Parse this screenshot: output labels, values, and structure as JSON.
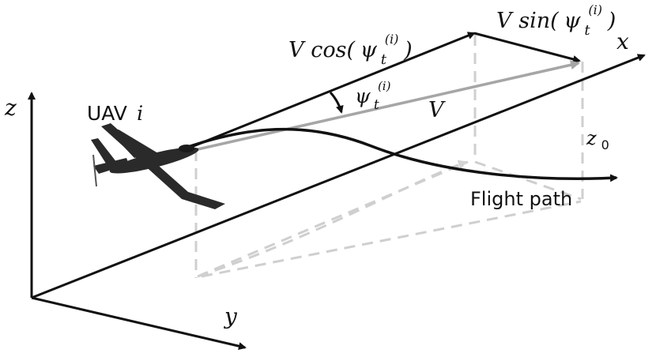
{
  "diagram": {
    "axes": {
      "x": "x",
      "y": "y",
      "z": "z"
    },
    "uav_label": {
      "text": "UAV",
      "index": "i"
    },
    "flight_path_label": "Flight path",
    "altitude_label": {
      "base": "z",
      "sub": "0"
    },
    "velocity_label": "V",
    "angle_label": {
      "base": "ψ",
      "sub": "t",
      "sup": "(i)"
    },
    "cos_component": {
      "prefix": "V",
      "func": "cos(",
      "base": "ψ",
      "sub": "t",
      "sup": "(i)",
      "close": ")"
    },
    "sin_component": {
      "prefix": "V",
      "func": "sin(",
      "base": "ψ",
      "sub": "t",
      "sup": "(i)",
      "close": ")"
    },
    "colors": {
      "ink": "#111111",
      "velocity": "#a6a6a6",
      "projection": "#cfcfcf"
    }
  }
}
